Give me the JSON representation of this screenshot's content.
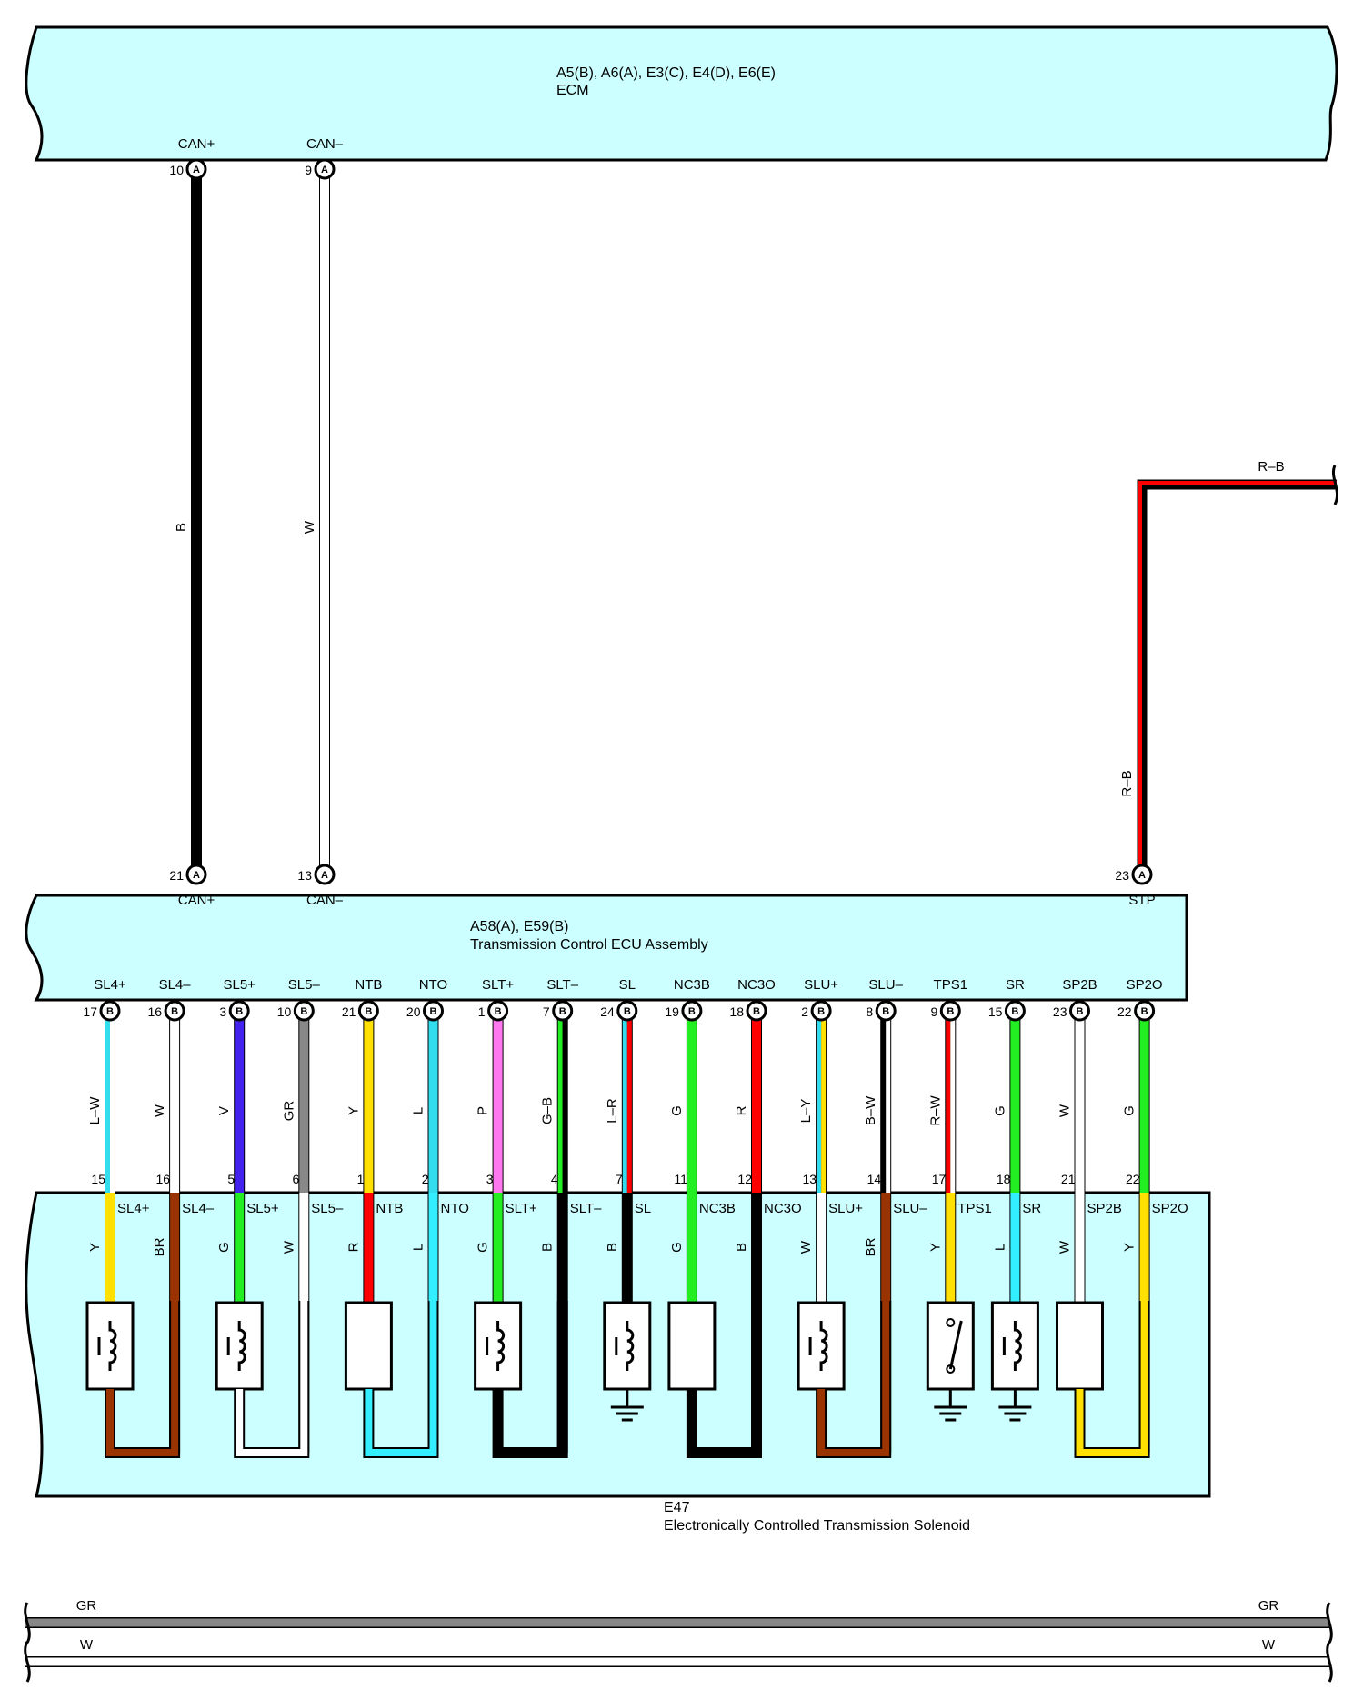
{
  "ecm": {
    "connectors": "A5(B), A6(A), E3(C), E4(D), E6(E)",
    "name": "ECM"
  },
  "tcu": {
    "connectors": "A58(A), E59(B)",
    "name": "Transmission Control ECU Assembly"
  },
  "solenoid": {
    "connector": "E47",
    "name": "Electronically Controlled Transmission Solenoid"
  },
  "can_lines": [
    {
      "top_label": "CAN+",
      "top_pin": "10",
      "top_conn": "A",
      "wire": "B",
      "color": "#000000",
      "bot_pin": "21",
      "bot_conn": "A",
      "bot_label": "CAN+"
    },
    {
      "top_label": "CAN–",
      "top_pin": "9",
      "top_conn": "A",
      "wire": "W",
      "color": "#ffffff",
      "bot_pin": "13",
      "bot_conn": "A",
      "bot_label": "CAN–"
    }
  ],
  "stp_line": {
    "wire": "R–B",
    "pin": "23",
    "conn": "A",
    "label": "STP",
    "colors": [
      "#ff0000",
      "#000000"
    ]
  },
  "tcu_pins": [
    {
      "label": "SL4+",
      "pin": "17",
      "conn": "B",
      "wire": "L–W",
      "colors": [
        "#33ddee",
        "#ffffff"
      ],
      "sol_pin": "15",
      "sol_label": "SL4+",
      "sol_wire": "Y",
      "sol_color": "#ffe000"
    },
    {
      "label": "SL4–",
      "pin": "16",
      "conn": "B",
      "wire": "W",
      "colors": [
        "#ffffff"
      ],
      "sol_pin": "16",
      "sol_label": "SL4–",
      "sol_wire": "BR",
      "sol_color": "#993300"
    },
    {
      "label": "SL5+",
      "pin": "3",
      "conn": "B",
      "wire": "V",
      "colors": [
        "#4422ee"
      ],
      "sol_pin": "5",
      "sol_label": "SL5+",
      "sol_wire": "G",
      "sol_color": "#22ee22"
    },
    {
      "label": "SL5–",
      "pin": "10",
      "conn": "B",
      "wire": "GR",
      "colors": [
        "#888888"
      ],
      "sol_pin": "6",
      "sol_label": "SL5–",
      "sol_wire": "W",
      "sol_color": "#ffffff"
    },
    {
      "label": "NTB",
      "pin": "21",
      "conn": "B",
      "wire": "Y",
      "colors": [
        "#ffe000"
      ],
      "sol_pin": "1",
      "sol_label": "NTB",
      "sol_wire": "R",
      "sol_color": "#ff0000"
    },
    {
      "label": "NTO",
      "pin": "20",
      "conn": "B",
      "wire": "L",
      "colors": [
        "#33ddee"
      ],
      "sol_pin": "2",
      "sol_label": "NTO",
      "sol_wire": "L",
      "sol_color": "#33eeff"
    },
    {
      "label": "SLT+",
      "pin": "1",
      "conn": "B",
      "wire": "P",
      "colors": [
        "#ff77ee"
      ],
      "sol_pin": "3",
      "sol_label": "SLT+",
      "sol_wire": "G",
      "sol_color": "#22ee22"
    },
    {
      "label": "SLT–",
      "pin": "7",
      "conn": "B",
      "wire": "G–B",
      "colors": [
        "#22ee22",
        "#000000"
      ],
      "sol_pin": "4",
      "sol_label": "SLT–",
      "sol_wire": "B",
      "sol_color": "#000000"
    },
    {
      "label": "SL",
      "pin": "24",
      "conn": "B",
      "wire": "L–R",
      "colors": [
        "#33ddee",
        "#ff0000"
      ],
      "sol_pin": "7",
      "sol_label": "SL",
      "sol_wire": "B",
      "sol_color": "#000000"
    },
    {
      "label": "NC3B",
      "pin": "19",
      "conn": "B",
      "wire": "G",
      "colors": [
        "#22ee22"
      ],
      "sol_pin": "11",
      "sol_label": "NC3B",
      "sol_wire": "G",
      "sol_color": "#22ee22"
    },
    {
      "label": "NC3O",
      "pin": "18",
      "conn": "B",
      "wire": "R",
      "colors": [
        "#ff0000"
      ],
      "sol_pin": "12",
      "sol_label": "NC3O",
      "sol_wire": "B",
      "sol_color": "#000000"
    },
    {
      "label": "SLU+",
      "pin": "2",
      "conn": "B",
      "wire": "L–Y",
      "colors": [
        "#33ddee",
        "#ffe000"
      ],
      "sol_pin": "13",
      "sol_label": "SLU+",
      "sol_wire": "W",
      "sol_color": "#ffffff"
    },
    {
      "label": "SLU–",
      "pin": "8",
      "conn": "B",
      "wire": "B–W",
      "colors": [
        "#000000",
        "#ffffff"
      ],
      "sol_pin": "14",
      "sol_label": "SLU–",
      "sol_wire": "BR",
      "sol_color": "#993300"
    },
    {
      "label": "TPS1",
      "pin": "9",
      "conn": "B",
      "wire": "R–W",
      "colors": [
        "#ff0000",
        "#ffffff"
      ],
      "sol_pin": "17",
      "sol_label": "TPS1",
      "sol_wire": "Y",
      "sol_color": "#ffe000"
    },
    {
      "label": "SR",
      "pin": "15",
      "conn": "B",
      "wire": "G",
      "colors": [
        "#22ee22"
      ],
      "sol_pin": "18",
      "sol_label": "SR",
      "sol_wire": "L",
      "sol_color": "#33eeff"
    },
    {
      "label": "SP2B",
      "pin": "23",
      "conn": "B",
      "wire": "W",
      "colors": [
        "#ffffff"
      ],
      "sol_pin": "21",
      "sol_label": "SP2B",
      "sol_wire": "W",
      "sol_color": "#ffffff"
    },
    {
      "label": "SP2O",
      "pin": "22",
      "conn": "B",
      "wire": "G",
      "colors": [
        "#22ee22"
      ],
      "sol_pin": "22",
      "sol_label": "SP2O",
      "sol_wire": "Y",
      "sol_color": "#ffe000"
    }
  ],
  "bottom_bus": [
    {
      "left": "GR",
      "right": "GR",
      "color": "#888888"
    },
    {
      "left": "W",
      "right": "W",
      "color": "#ffffff"
    }
  ],
  "colors": {
    "box_fill": "#ccffff",
    "outline": "#000000"
  }
}
